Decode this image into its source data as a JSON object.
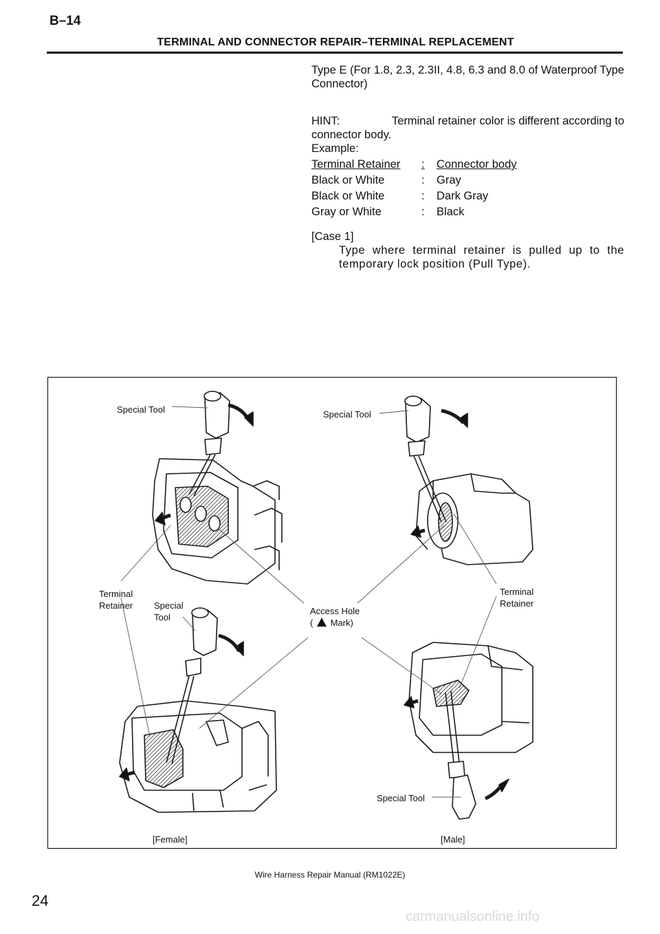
{
  "header": {
    "section_code": "B–14",
    "title": "TERMINAL AND CONNECTOR REPAIR–TERMINAL REPLACEMENT"
  },
  "type_heading": "Type E (For 1.8, 2.3, 2.3II, 4.8, 6.3 and 8.0 of Waterproof Type Connector)",
  "hint": {
    "label": "HINT:",
    "text1": "Terminal retainer color is different according to",
    "text2": "connector body.",
    "example": "Example:"
  },
  "color_table": {
    "header": [
      "Terminal Retainer",
      ":",
      "Connector body"
    ],
    "rows": [
      [
        "Black or White",
        ":",
        "Gray"
      ],
      [
        "Black or White",
        ":",
        "Dark Gray"
      ],
      [
        "Gray or White",
        ":",
        "Black"
      ]
    ]
  },
  "case": {
    "label": "[Case 1]",
    "description": "Type where terminal retainer is pulled up to the temporary lock position (Pull Type)."
  },
  "figure": {
    "labels": {
      "special_tool_tl": "Special Tool",
      "special_tool_tr": "Special Tool",
      "terminal_retainer_l1": "Terminal",
      "terminal_retainer_l2": "Retainer",
      "special_tool_mid1": "Special",
      "special_tool_mid2": "Tool",
      "access_hole_1": "Access Hole",
      "access_hole_2": "Mark)",
      "access_hole_paren": "(",
      "terminal_retainer_r1": "Terminal",
      "terminal_retainer_r2": "Retainer",
      "special_tool_br": "Special Tool",
      "female": "[Female]",
      "male": "[Male]"
    }
  },
  "footer": {
    "manual": "Wire Harness Repair Manual (RM1022E)",
    "page_number": "24",
    "watermark": "carmanualsonline.info"
  }
}
